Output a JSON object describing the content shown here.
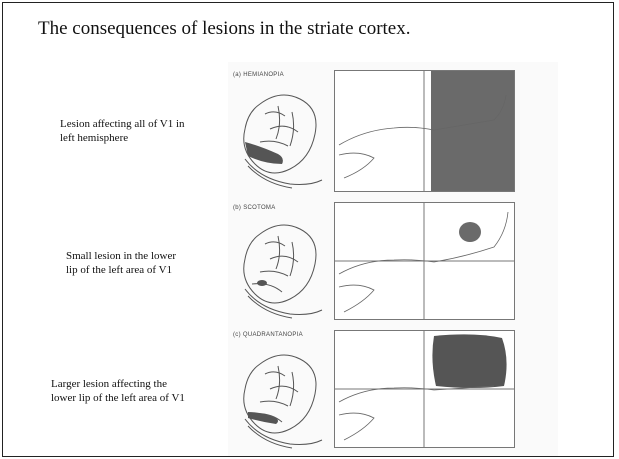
{
  "slide": {
    "title": "The consequences of lesions in the striate cortex."
  },
  "panels": [
    {
      "label": "(a) HEMIANOPIA",
      "caption_lines": [
        "Lesion affecting all of V1 in",
        "left hemisphere"
      ]
    },
    {
      "label": "(b) SCOTOMA",
      "caption_lines": [
        "Small lesion in the lower",
        "lip of the left area of V1"
      ]
    },
    {
      "label": "(c) QUADRANTANOPIA",
      "caption_lines": [
        "Larger lesion affecting the",
        "lower lip of the left area of V1"
      ]
    }
  ],
  "colors": {
    "deficit_fill": "#6a6a6a",
    "lesion_fill": "#555555",
    "line": "#555555"
  }
}
